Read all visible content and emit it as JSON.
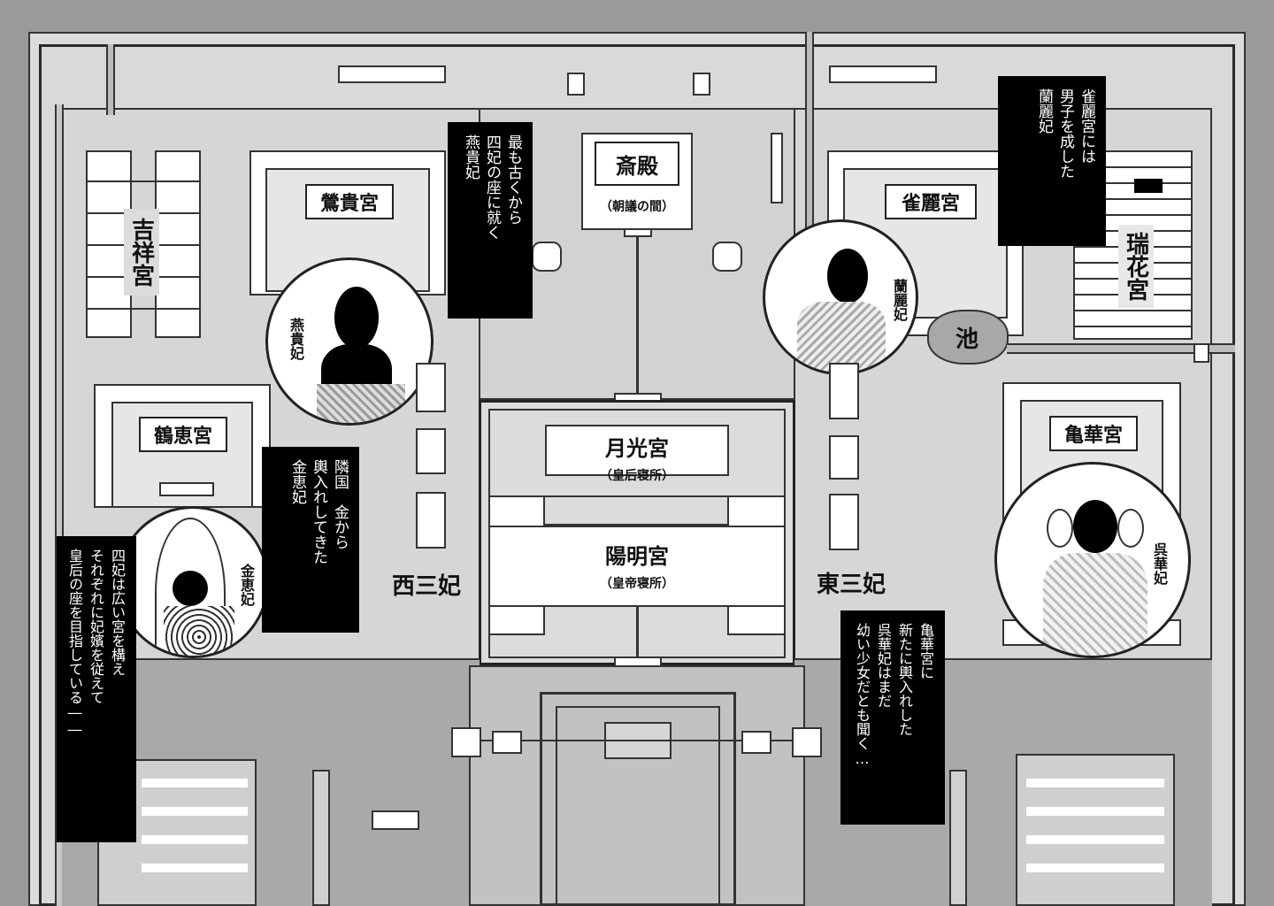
{
  "map": {
    "palaces": {
      "kisshou": "吉祥宮",
      "ouki": "鶯貴宮",
      "sai": "斎殿",
      "sai_sub": "（朝議の間）",
      "jakurei": "雀麗宮",
      "zuika": "瑞花宮",
      "kakukei": "鶴恵宮",
      "kika": "亀華宮",
      "gekkou": "月光宮",
      "gekkou_sub": "（皇后寝所）",
      "youmei": "陽明宮",
      "youmei_sub": "（皇帝寝所）"
    },
    "areas": {
      "west": "西三妃",
      "east": "東三妃",
      "pond": "池"
    },
    "consorts": {
      "enki": "燕貴妃",
      "ranrei": "蘭麗妃",
      "kinkei": "金恵妃",
      "goka": "呉華妃"
    },
    "captions": {
      "enki_caption": [
        "最も古くから",
        "四妃の座に就く",
        "燕貴妃"
      ],
      "ranrei_caption": [
        "雀麗宮には",
        "男子を成した",
        "蘭麗妃"
      ],
      "kinkei_caption": [
        "隣国　金から",
        "輿入れしてきた",
        "金恵妃"
      ],
      "four_consorts": [
        "四妃は広い宮を構え",
        "それぞれに妃嬪を従えて",
        "皇后の座を目指している――"
      ],
      "kika_caption": [
        "亀華宮に",
        "新たに輿入れした",
        "呉華妃はまだ",
        "幼い少女だとも聞く…"
      ]
    }
  },
  "colors": {
    "background": "#9a9a9a",
    "ground": "#d9d9d9",
    "caption_bg": "#000000",
    "caption_text": "#ffffff"
  }
}
